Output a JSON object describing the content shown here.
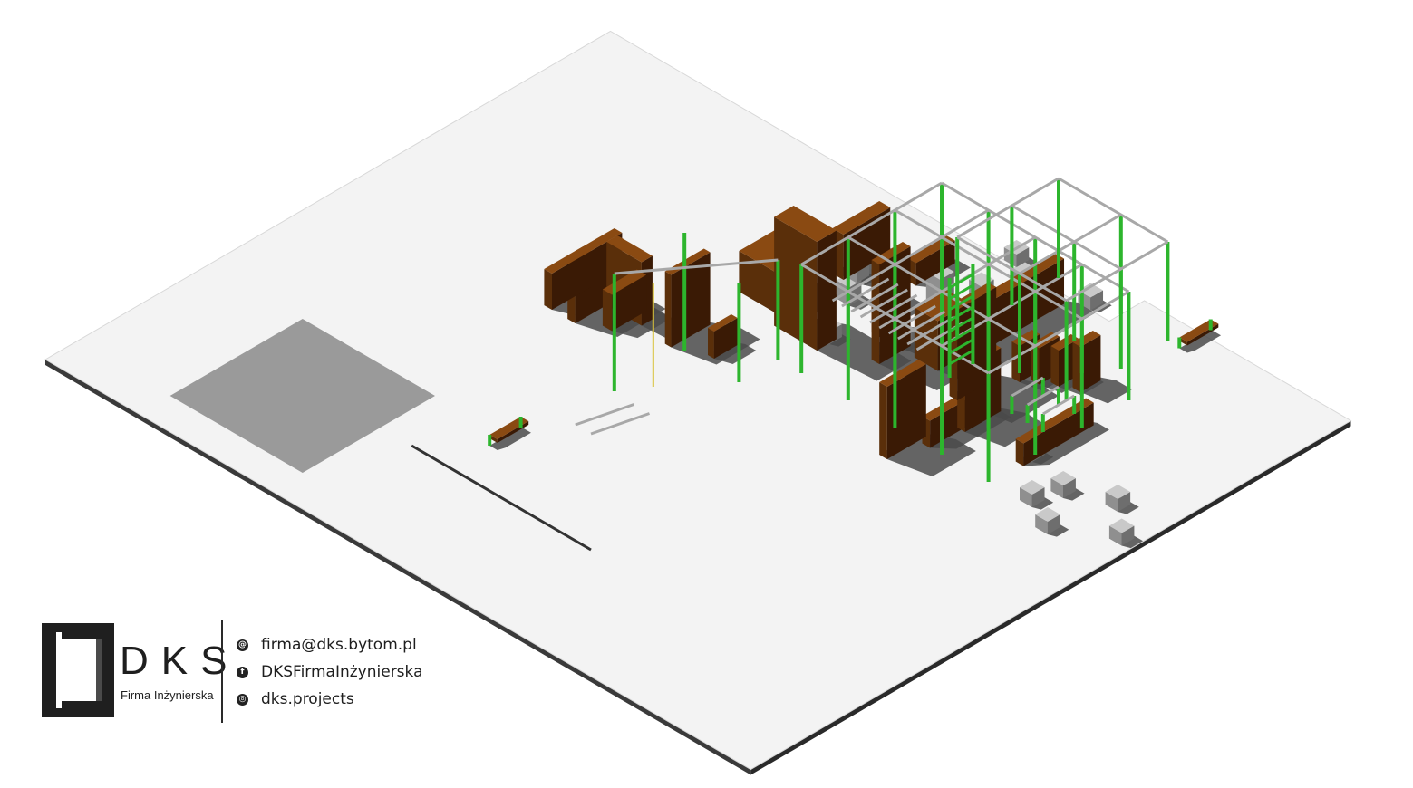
{
  "branding": {
    "logo_letters": "DKS",
    "logo_subtitle": "Firma Inżynierska",
    "logo_icon": "dks-logo-mark"
  },
  "contacts": [
    {
      "icon": "email-icon",
      "text": "firma@dks.bytom.pl"
    },
    {
      "icon": "facebook-icon",
      "text": "DKSFirmaInżynierska"
    },
    {
      "icon": "instagram-icon",
      "text": "dks.projects"
    }
  ],
  "colors": {
    "ground": "#f3f3f3",
    "ground_edge": "#3a3a3a",
    "wood_top": "#8a4a12",
    "wood_left": "#5a2f0a",
    "wood_right": "#3a1a05",
    "concrete_top": "#9a9a9a",
    "steel_green": "#2db52d",
    "steel_grey": "#a8a8a8",
    "shadow": "#4a4a4a"
  }
}
